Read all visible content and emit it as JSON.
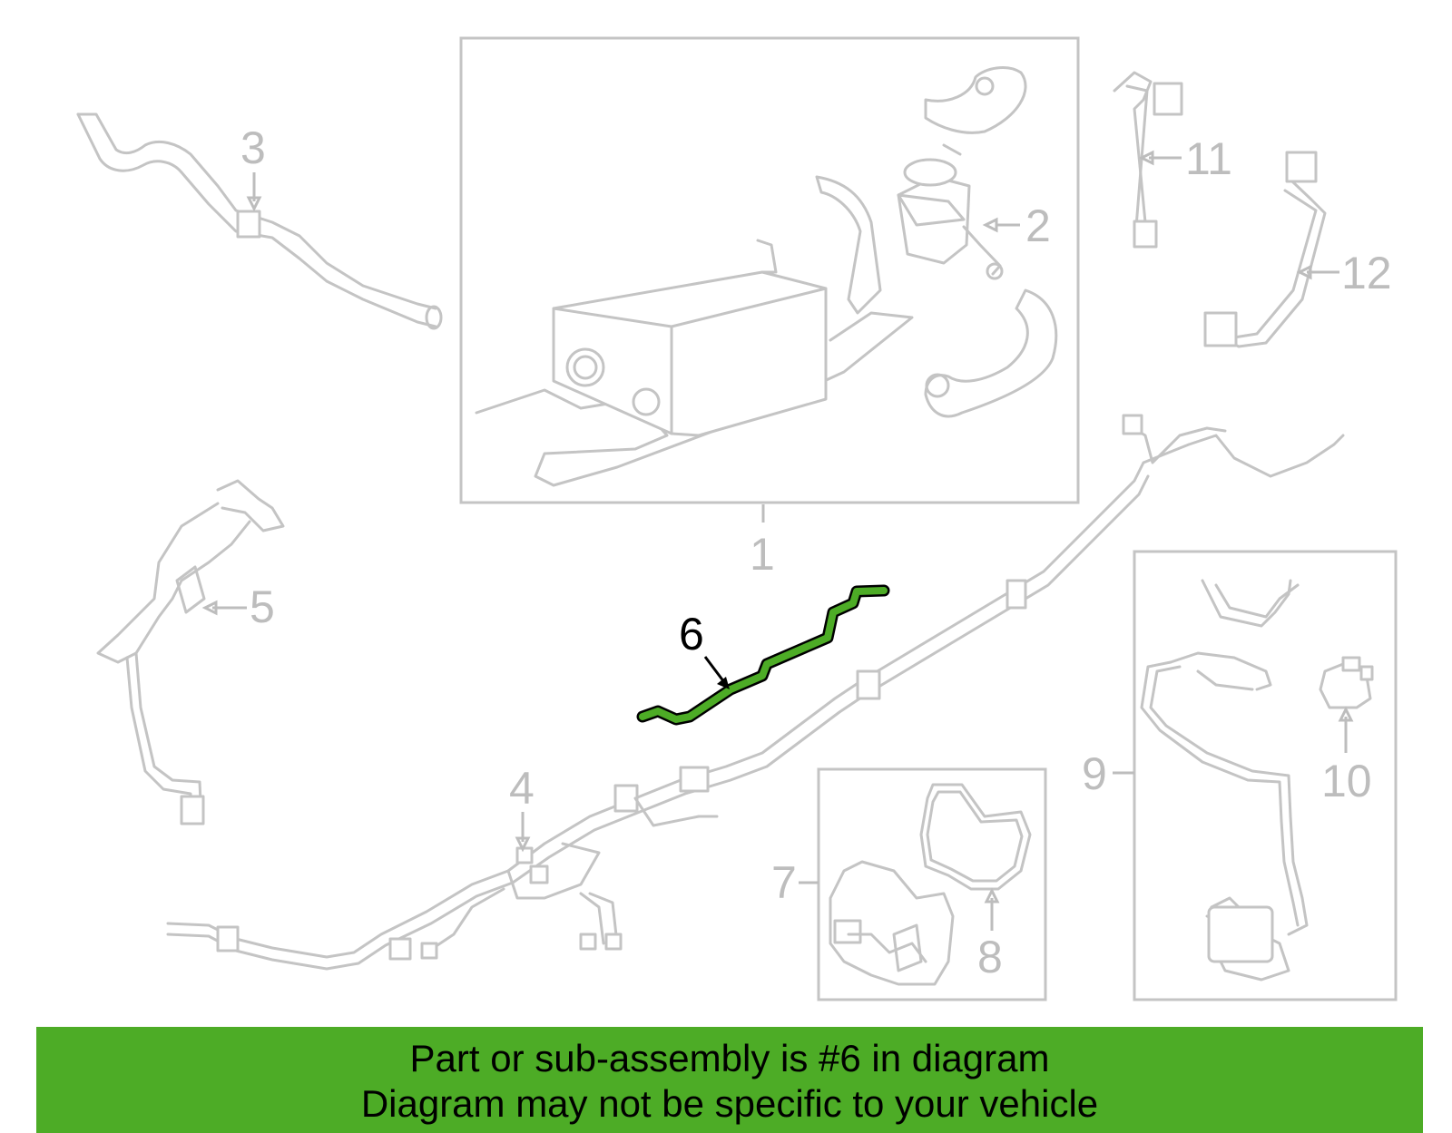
{
  "diagram": {
    "callouts": [
      {
        "id": "1",
        "label": "1"
      },
      {
        "id": "2",
        "label": "2"
      },
      {
        "id": "3",
        "label": "3"
      },
      {
        "id": "4",
        "label": "4"
      },
      {
        "id": "5",
        "label": "5"
      },
      {
        "id": "6",
        "label": "6"
      },
      {
        "id": "7",
        "label": "7"
      },
      {
        "id": "8",
        "label": "8"
      },
      {
        "id": "9",
        "label": "9"
      },
      {
        "id": "10",
        "label": "10"
      },
      {
        "id": "11",
        "label": "11"
      },
      {
        "id": "12",
        "label": "12"
      }
    ],
    "highlight_part": "6",
    "highlight_color": "#4dac26",
    "part_color": "#c4c4c4"
  },
  "banner": {
    "line1": "Part or sub-assembly is #6 in diagram",
    "line2": "Diagram may not be specific to your vehicle",
    "color": "#4dac26"
  }
}
